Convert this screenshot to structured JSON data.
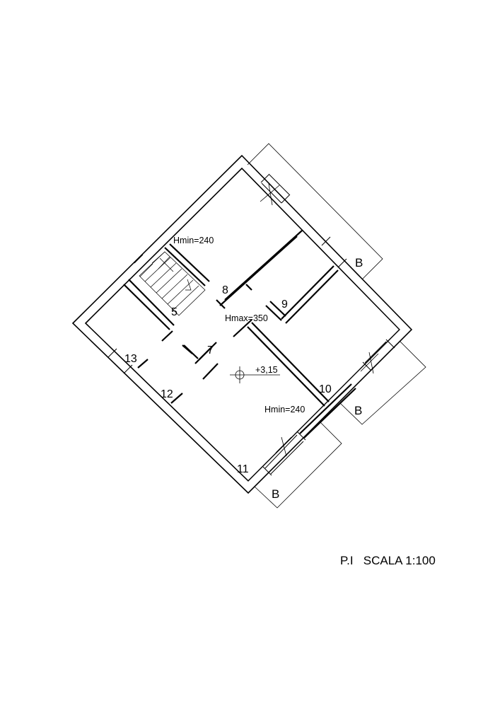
{
  "plan": {
    "rooms": {
      "r5": "5",
      "r7": "7",
      "r8": "8",
      "r9": "9",
      "r10": "10",
      "r11": "11",
      "r12": "12",
      "r13": "13"
    },
    "heights": {
      "hmin_top": "Hmin=240",
      "hmax": "Hmax=350",
      "hmin_bottom": "Hmin=240"
    },
    "level": "+3,15",
    "section_marks": [
      "B",
      "B",
      "B"
    ],
    "scale": "P.I   SCALA 1:100"
  }
}
